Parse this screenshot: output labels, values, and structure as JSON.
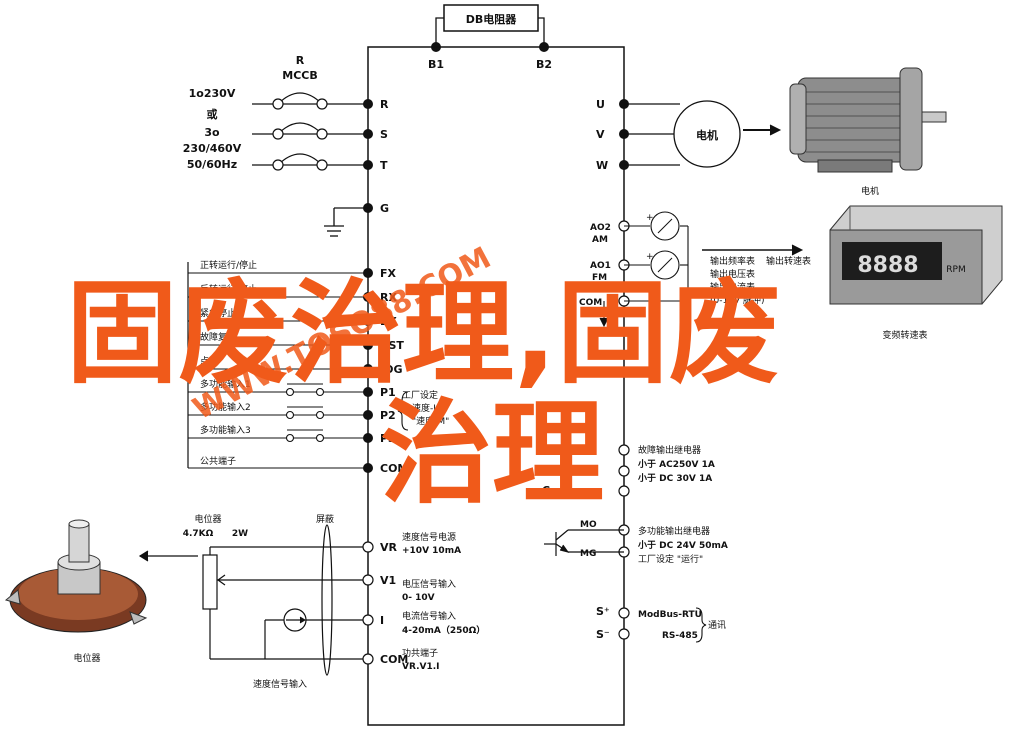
{
  "header": {
    "db_box": "DB电阻器",
    "b1": "B1",
    "b2": "B2"
  },
  "supply": {
    "mccb_r": "R",
    "mccb": "MCCB",
    "lines": [
      "1o230V",
      "或",
      "3o",
      "230/460V",
      "50/60Hz"
    ]
  },
  "left_terminals": {
    "r": "R",
    "s": "S",
    "t": "T",
    "g": "G",
    "fx": "FX",
    "rx": "RX",
    "bx": "BX",
    "rst": "RST",
    "jog": "JOG",
    "p1": "P1",
    "p2": "P2",
    "p3": "P3",
    "com": "COM",
    "vr": "VR",
    "v1": "V1",
    "i": "I",
    "com2": "COM"
  },
  "inputs": {
    "fwd": "正转运行/停止",
    "rev": "反转运行/停止",
    "estop": "紧急停止",
    "reset": "故障复位",
    "jog": "点动",
    "multi1": "多功能输入1",
    "multi2": "多功能输入2",
    "multi3": "多功能输入3",
    "common": "公共端子",
    "factory": "工厂设定",
    "speed_l": "速度-L",
    "speed_m": "\"速度-M\""
  },
  "right_terminals": {
    "u": "U",
    "v": "V",
    "w": "W",
    "ao2": "AO2",
    "am": "AM",
    "ao1": "AO1",
    "fm": "FM",
    "com": "COM",
    "a": "A",
    "b": "B",
    "c": "C",
    "mo": "MO",
    "mg": "MG",
    "sp": "S⁺",
    "sn": "S⁻"
  },
  "motor": {
    "circle": "电机",
    "caption": "电机"
  },
  "meter": {
    "display": "8888",
    "unit": "RPM",
    "caption": "变频转速表",
    "out_label": "输出频率表",
    "out_label2": "输出转速表",
    "volt": "输出电压表",
    "amp": "输出电流表",
    "range": "(0-10V 脉冲)"
  },
  "relay": {
    "l1": "故障输出继电器",
    "l2": "小于 AC250V 1A",
    "l3": "小于 DC 30V 1A"
  },
  "mo": {
    "l1": "多功能输出继电器",
    "l2": "小于 DC 24V 50mA",
    "l3": "工厂设定 \"运行\""
  },
  "comm": {
    "modbus": "ModBus-RTU",
    "rs485": "RS-485",
    "label": "通讯"
  },
  "analog": {
    "pot_label": "电位器",
    "pot_value": "4.7KΩ",
    "pot_watt": "2W",
    "shield": "屏蔽",
    "vr_l1": "速度信号电源",
    "vr_l2": "+10V 10mA",
    "v1_l1": "电压信号输入",
    "v1_l2": "0- 10V",
    "i_l1": "电流信号输入",
    "i_l2": "4-20mA（250Ω）",
    "com_l1": "功共端子",
    "com_l2": "VR.V1.I",
    "speed_input": "速度信号输入",
    "pot_caption": "电位器"
  },
  "watermark": {
    "url": "WWW.TOSO88.COM",
    "line1": "固废治理,固废",
    "line2": "治理"
  }
}
